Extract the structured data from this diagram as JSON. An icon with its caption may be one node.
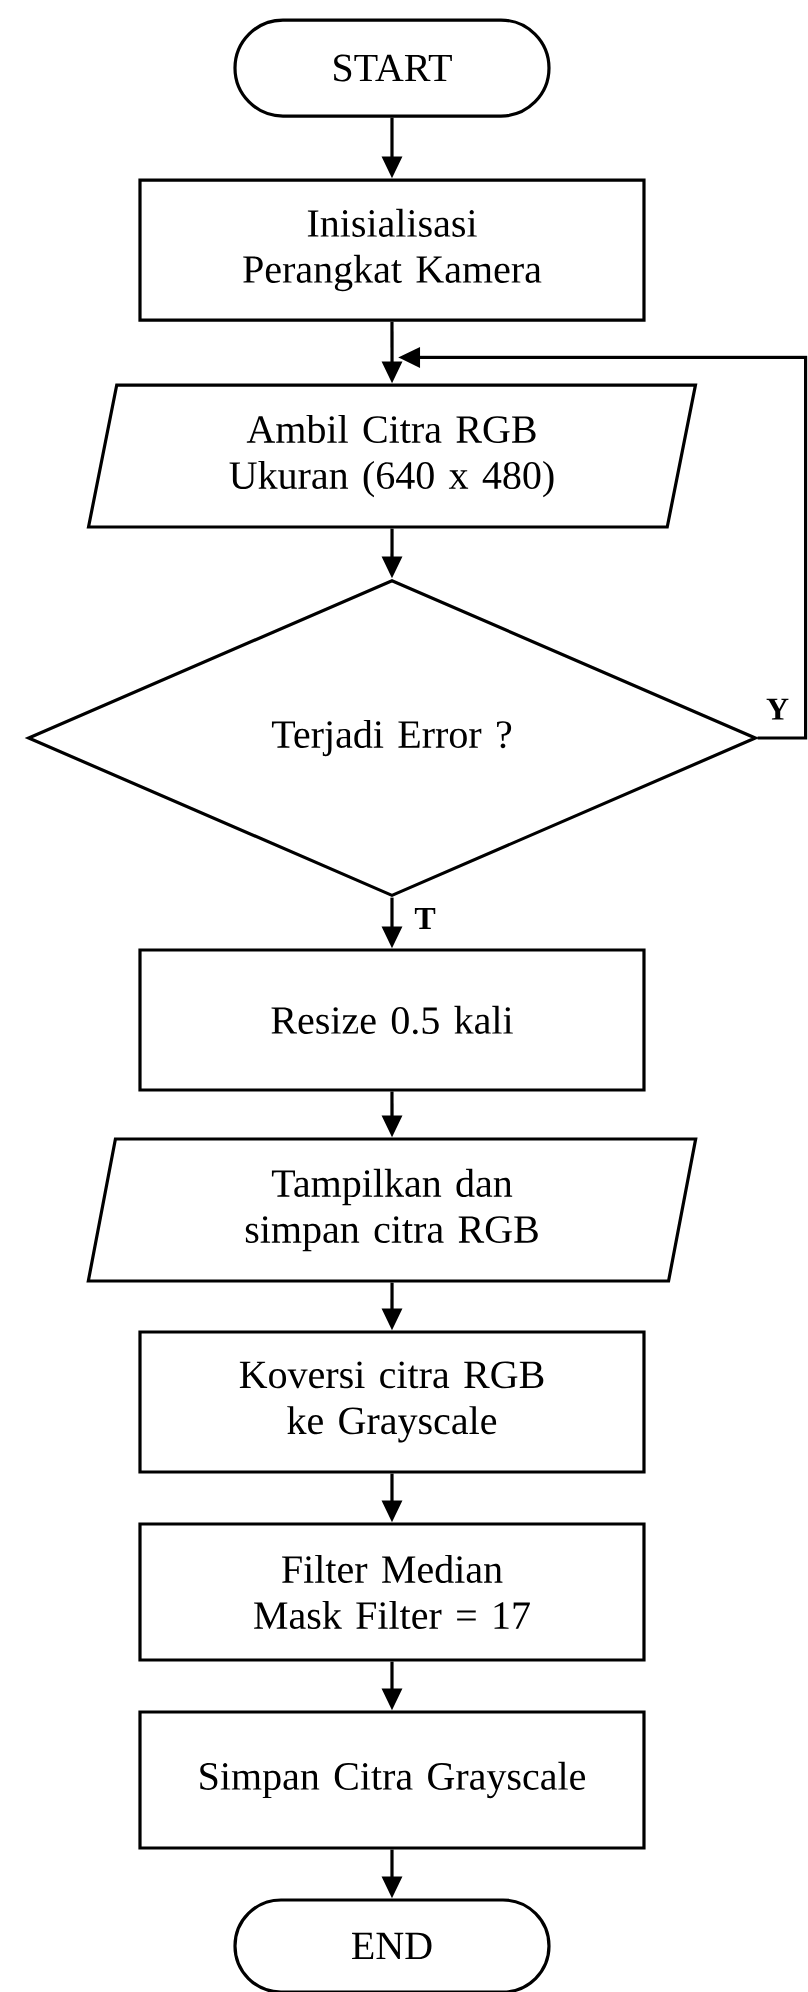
{
  "diagram": {
    "nodes": [
      {
        "text": [
          "START"
        ]
      },
      {
        "text": [
          "Inisialisasi Perangkat Kamera"
        ]
      },
      {
        "text": [
          "Ambil Citra RGB Ukuran (640 x 480)"
        ]
      },
      {
        "text": [
          "Terjadi Error ?"
        ]
      },
      {
        "text": [
          "Resize 0.5 kali"
        ]
      },
      {
        "text": [
          "Tampilkan dan simpan citra RGB"
        ]
      },
      {
        "text": [
          "Koversi citra RGB ke Grayscale"
        ]
      },
      {
        "text": [
          "Filter Median Mask Filter = 17"
        ]
      },
      {
        "text": [
          "Simpan Citra Grayscale"
        ]
      },
      {
        "text": [
          "END"
        ]
      }
    ],
    "edges": [
      {
        "from": 0,
        "to": 1,
        "arrow": "to"
      },
      {
        "from": 1,
        "to": 2,
        "arrow": "to"
      },
      {
        "from": 2,
        "to": 3,
        "arrow": "to"
      },
      {
        "from": 3,
        "to": 2,
        "arrow": "to",
        "label": "Y"
      },
      {
        "from": 3,
        "to": 4,
        "arrow": "to",
        "label": "T"
      },
      {
        "from": 4,
        "to": 5,
        "arrow": "to"
      },
      {
        "from": 5,
        "to": 6,
        "arrow": "to"
      },
      {
        "from": 6,
        "to": 7,
        "arrow": "to"
      },
      {
        "from": 7,
        "to": 8,
        "arrow": "to"
      },
      {
        "from": 8,
        "to": 9,
        "arrow": "to"
      }
    ]
  }
}
